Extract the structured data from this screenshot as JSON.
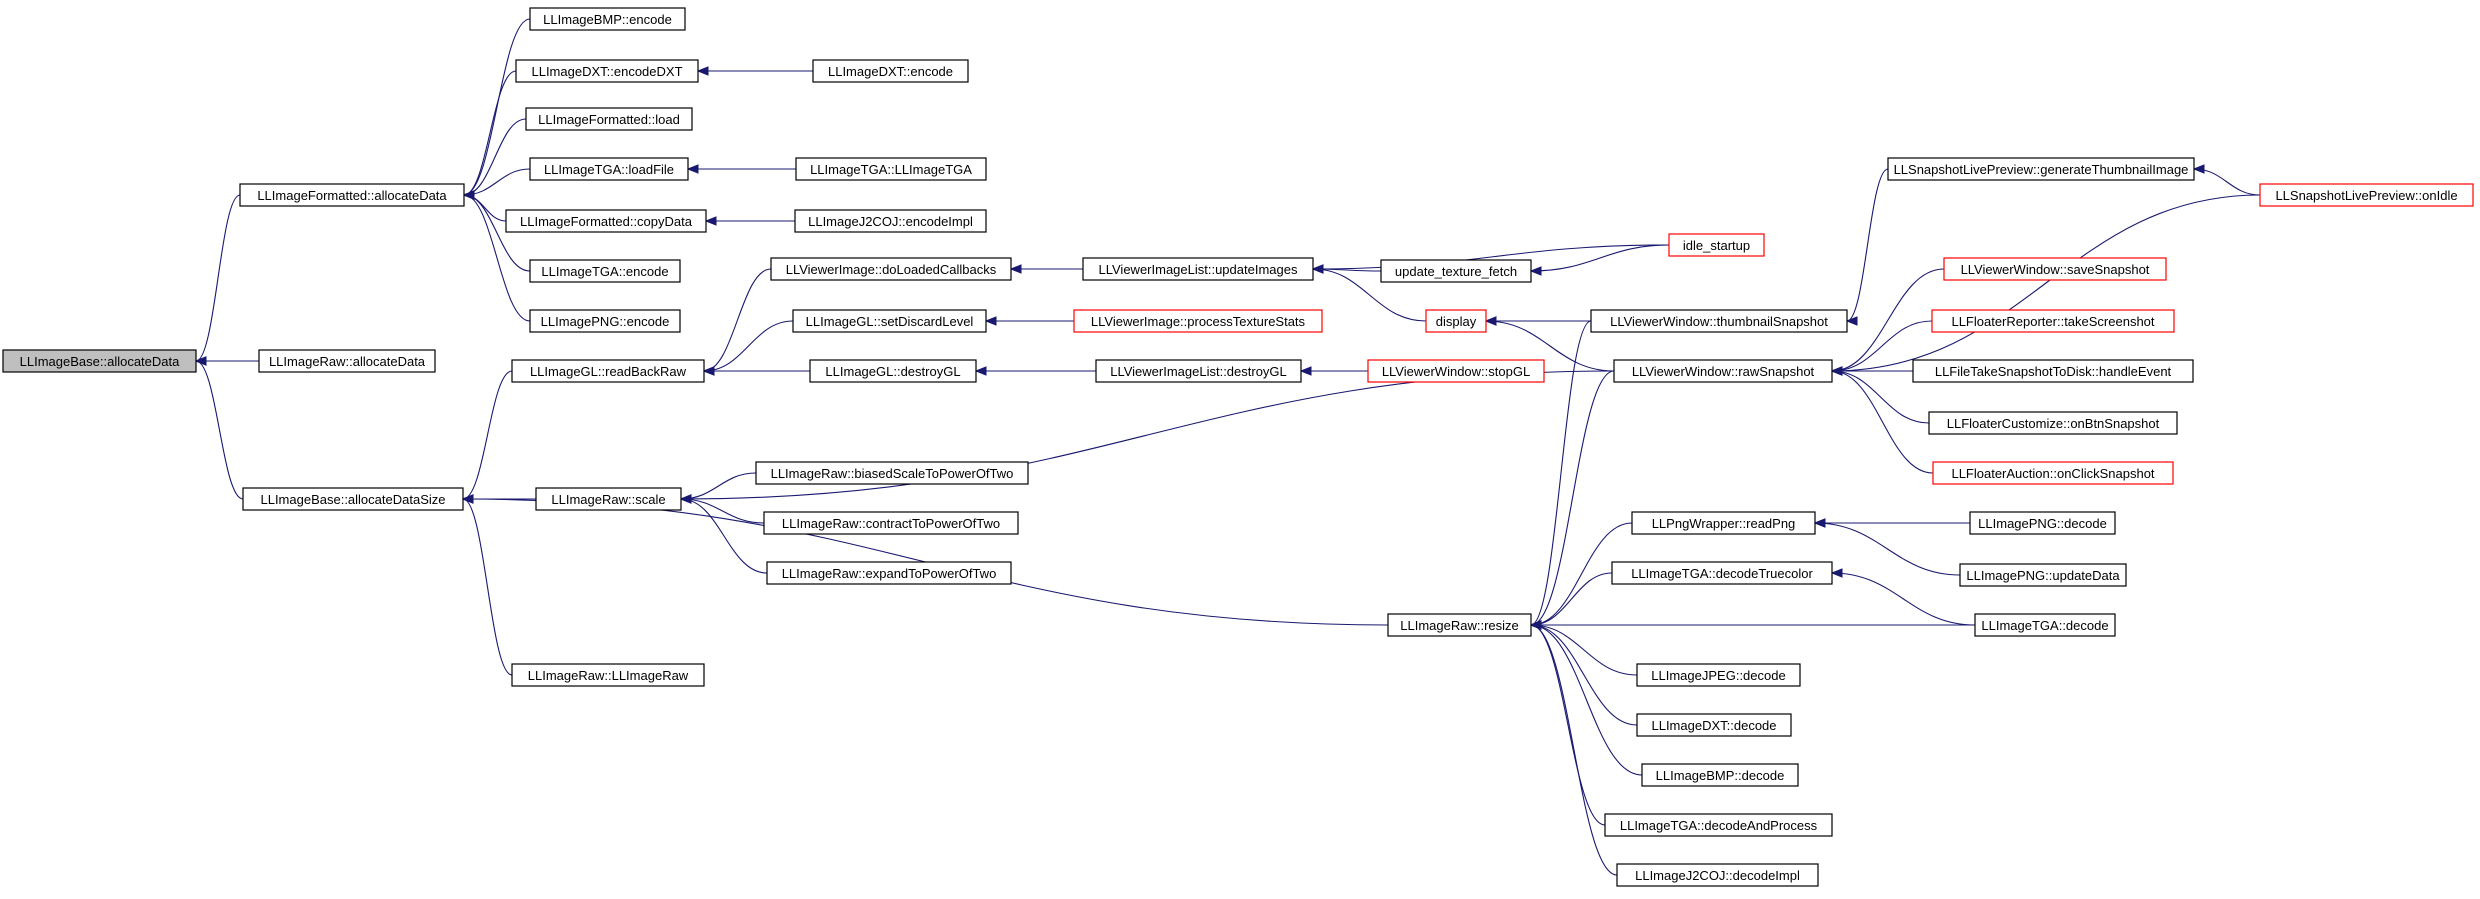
{
  "nodes": [
    {
      "id": "n0",
      "label": "LLImageBase::allocateData",
      "root": true
    },
    {
      "id": "n1",
      "label": "LLImageFormatted::allocateData"
    },
    {
      "id": "n2",
      "label": "LLImageRaw::allocateData"
    },
    {
      "id": "n3",
      "label": "LLImageBase::allocateDataSize"
    },
    {
      "id": "n4",
      "label": "LLImageBMP::encode"
    },
    {
      "id": "n5",
      "label": "LLImageDXT::encodeDXT"
    },
    {
      "id": "n6",
      "label": "LLImageDXT::encode"
    },
    {
      "id": "n7",
      "label": "LLImageFormatted::load"
    },
    {
      "id": "n8",
      "label": "LLImageTGA::loadFile"
    },
    {
      "id": "n9",
      "label": "LLImageTGA::LLImageTGA"
    },
    {
      "id": "n10",
      "label": "LLImageFormatted::copyData"
    },
    {
      "id": "n11",
      "label": "LLImageJ2COJ::encodeImpl"
    },
    {
      "id": "n12",
      "label": "LLImageTGA::encode"
    },
    {
      "id": "n13",
      "label": "LLImagePNG::encode"
    },
    {
      "id": "n14",
      "label": "LLImageGL::readBackRaw"
    },
    {
      "id": "n15",
      "label": "LLImageRaw::scale"
    },
    {
      "id": "n16",
      "label": "LLImageRaw::LLImageRaw"
    },
    {
      "id": "n17",
      "label": "LLViewerImage::doLoadedCallbacks"
    },
    {
      "id": "n18",
      "label": "LLImageGL::setDiscardLevel"
    },
    {
      "id": "n19",
      "label": "LLImageGL::destroyGL"
    },
    {
      "id": "n20",
      "label": "LLViewerImageList::updateImages"
    },
    {
      "id": "n21",
      "label": "LLViewerImage::processTextureStats",
      "truncated": true
    },
    {
      "id": "n22",
      "label": "LLViewerImageList::destroyGL"
    },
    {
      "id": "n23",
      "label": "LLViewerWindow::stopGL",
      "truncated": true
    },
    {
      "id": "n24",
      "label": "update_texture_fetch"
    },
    {
      "id": "n25",
      "label": "idle_startup",
      "truncated": true
    },
    {
      "id": "n26",
      "label": "display",
      "truncated": true
    },
    {
      "id": "n27",
      "label": "LLViewerWindow::thumbnailSnapshot"
    },
    {
      "id": "n28",
      "label": "LLViewerWindow::rawSnapshot"
    },
    {
      "id": "n29",
      "label": "LLImageRaw::biasedScaleToPowerOfTwo"
    },
    {
      "id": "n30",
      "label": "LLImageRaw::contractToPowerOfTwo"
    },
    {
      "id": "n31",
      "label": "LLImageRaw::expandToPowerOfTwo"
    },
    {
      "id": "n32",
      "label": "LLImageRaw::resize"
    },
    {
      "id": "n33",
      "label": "LLSnapshotLivePreview::generateThumbnailImage"
    },
    {
      "id": "n34",
      "label": "LLSnapshotLivePreview::onIdle",
      "truncated": true
    },
    {
      "id": "n35",
      "label": "LLViewerWindow::saveSnapshot",
      "truncated": true
    },
    {
      "id": "n36",
      "label": "LLFloaterReporter::takeScreenshot",
      "truncated": true
    },
    {
      "id": "n37",
      "label": "LLFileTakeSnapshotToDisk::handleEvent"
    },
    {
      "id": "n38",
      "label": "LLFloaterCustomize::onBtnSnapshot"
    },
    {
      "id": "n39",
      "label": "LLFloaterAuction::onClickSnapshot",
      "truncated": true
    },
    {
      "id": "n40",
      "label": "LLPngWrapper::readPng"
    },
    {
      "id": "n41",
      "label": "LLImagePNG::decode"
    },
    {
      "id": "n42",
      "label": "LLImagePNG::updateData"
    },
    {
      "id": "n43",
      "label": "LLImageTGA::decodeTruecolor"
    },
    {
      "id": "n44",
      "label": "LLImageTGA::decode"
    },
    {
      "id": "n45",
      "label": "LLImageJPEG::decode"
    },
    {
      "id": "n46",
      "label": "LLImageDXT::decode"
    },
    {
      "id": "n47",
      "label": "LLImageBMP::decode"
    },
    {
      "id": "n48",
      "label": "LLImageTGA::decodeAndProcess"
    },
    {
      "id": "n49",
      "label": "LLImageJ2COJ::decodeImpl"
    }
  ],
  "edges": [
    [
      "n1",
      "n0"
    ],
    [
      "n2",
      "n0"
    ],
    [
      "n3",
      "n0"
    ],
    [
      "n4",
      "n1"
    ],
    [
      "n5",
      "n1"
    ],
    [
      "n7",
      "n1"
    ],
    [
      "n8",
      "n1"
    ],
    [
      "n10",
      "n1"
    ],
    [
      "n12",
      "n1"
    ],
    [
      "n13",
      "n1"
    ],
    [
      "n6",
      "n5"
    ],
    [
      "n9",
      "n8"
    ],
    [
      "n11",
      "n10"
    ],
    [
      "n14",
      "n3"
    ],
    [
      "n15",
      "n3"
    ],
    [
      "n16",
      "n3"
    ],
    [
      "n32",
      "n3"
    ],
    [
      "n17",
      "n14"
    ],
    [
      "n18",
      "n14"
    ],
    [
      "n19",
      "n14"
    ],
    [
      "n28",
      "n15"
    ],
    [
      "n29",
      "n15"
    ],
    [
      "n30",
      "n15"
    ],
    [
      "n31",
      "n15"
    ],
    [
      "n20",
      "n17"
    ],
    [
      "n21",
      "n18"
    ],
    [
      "n22",
      "n19"
    ],
    [
      "n23",
      "n22"
    ],
    [
      "n24",
      "n20"
    ],
    [
      "n25",
      "n20"
    ],
    [
      "n26",
      "n20"
    ],
    [
      "n25",
      "n24"
    ],
    [
      "n27",
      "n26"
    ],
    [
      "n28",
      "n26"
    ],
    [
      "n33",
      "n27"
    ],
    [
      "n34",
      "n33"
    ],
    [
      "n34",
      "n28"
    ],
    [
      "n35",
      "n28"
    ],
    [
      "n36",
      "n28"
    ],
    [
      "n37",
      "n28"
    ],
    [
      "n38",
      "n28"
    ],
    [
      "n39",
      "n28"
    ],
    [
      "n27",
      "n32"
    ],
    [
      "n28",
      "n32"
    ],
    [
      "n40",
      "n32"
    ],
    [
      "n43",
      "n32"
    ],
    [
      "n44",
      "n32"
    ],
    [
      "n45",
      "n32"
    ],
    [
      "n46",
      "n32"
    ],
    [
      "n47",
      "n32"
    ],
    [
      "n48",
      "n32"
    ],
    [
      "n49",
      "n32"
    ],
    [
      "n41",
      "n40"
    ],
    [
      "n42",
      "n40"
    ],
    [
      "n44",
      "n43"
    ]
  ],
  "colors": {
    "edge": "#191970",
    "node_border": "#000000",
    "truncated_border": "#ff0000",
    "root_fill": "#bfbfbf"
  }
}
